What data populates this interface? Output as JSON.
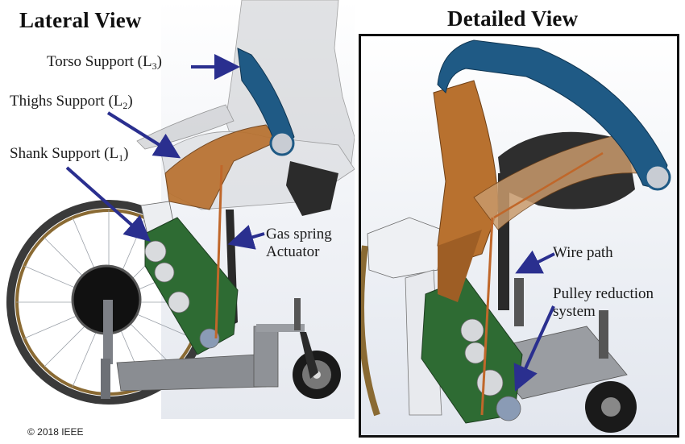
{
  "figure": {
    "lateral_view": {
      "title": "Lateral View",
      "labels": {
        "torso": {
          "text": "Torso Support (L",
          "sub": "3",
          "close": ")"
        },
        "thighs": {
          "text": "Thighs Support (L",
          "sub": "2",
          "close": ")"
        },
        "shank": {
          "text": "Shank Support (L",
          "sub": "1",
          "close": ")"
        },
        "gas_spring_line1": "Gas spring",
        "gas_spring_line2": "Actuator"
      }
    },
    "detailed_view": {
      "title": "Detailed View",
      "labels": {
        "wire_path": "Wire path",
        "pulley_line1": "Pulley reduction",
        "pulley_line2": "system"
      }
    },
    "copyright": "© 2018 IEEE",
    "colors": {
      "arrow": "#2a2f8f",
      "torso_support": "#1f5a85",
      "thigh_support": "#b8712f",
      "shank_plate": "#2e6b33",
      "wire": "#c0672a",
      "frame_gray": "#8a8d92",
      "tire": "#3a3a3a",
      "rim": "#8a6a33"
    }
  }
}
